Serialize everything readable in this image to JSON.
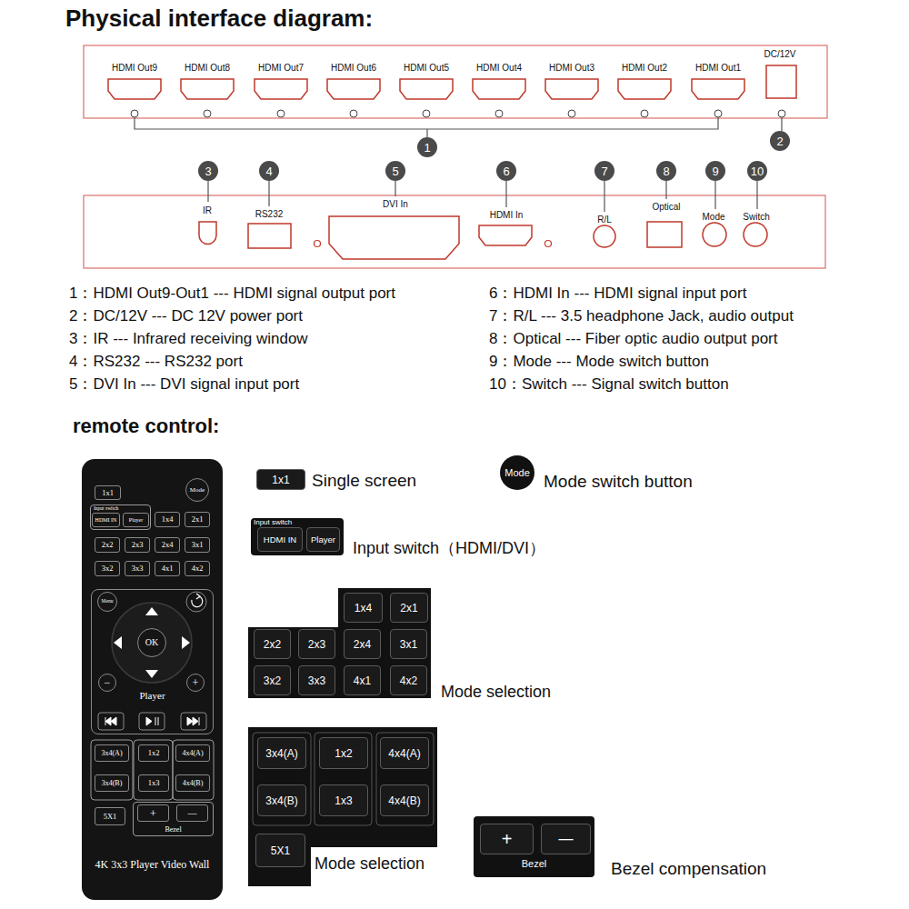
{
  "diagram": {
    "nodes": [
      {
        "text": [
          "1"
        ]
      },
      {
        "text": [
          "2"
        ]
      },
      {
        "text": [
          "3"
        ]
      },
      {
        "text": [
          "4"
        ]
      },
      {
        "text": [
          "5"
        ]
      },
      {
        "text": [
          "6"
        ]
      },
      {
        "text": [
          "7"
        ]
      },
      {
        "text": [
          "8"
        ]
      },
      {
        "text": [
          "9"
        ]
      },
      {
        "text": [
          "10"
        ]
      },
      {
        "text": [
          "4K 3x3 Player Video Wall"
        ]
      },
      {
        "text": [
          "1x1"
        ],
        "in": 10
      },
      {
        "text": [
          "Mode"
        ],
        "in": 10
      },
      {
        "text": [
          "Input switch"
        ],
        "in": 10
      },
      {
        "text": [
          "HDMI IN"
        ],
        "in": 13
      },
      {
        "text": [
          "Player"
        ],
        "in": 13
      },
      {
        "text": [
          "1x4"
        ],
        "in": 10
      },
      {
        "text": [
          "2x1"
        ],
        "in": 10
      },
      {
        "text": [
          "2x2"
        ],
        "in": 10
      },
      {
        "text": [
          "2x3"
        ],
        "in": 10
      },
      {
        "text": [
          "2x4"
        ],
        "in": 10
      },
      {
        "text": [
          "3x1"
        ],
        "in": 10
      },
      {
        "text": [
          "3x2"
        ],
        "in": 10
      },
      {
        "text": [
          "3x3"
        ],
        "in": 10
      },
      {
        "text": [
          "4x1"
        ],
        "in": 10
      },
      {
        "text": [
          "4x2"
        ],
        "in": 10
      },
      {
        "text": [
          "Player"
        ],
        "in": 10
      },
      {
        "text": [
          "Menu"
        ],
        "in": 26
      },
      {
        "text": [
          "OK"
        ],
        "in": 26
      },
      {
        "text": [
          "−"
        ],
        "in": 26
      },
      {
        "text": [
          "+"
        ],
        "in": 26
      },
      {
        "text": [
          "3x4(A)"
        ],
        "in": 10
      },
      {
        "text": [
          "3x4(B)"
        ],
        "in": 10
      },
      {
        "text": [
          "1x2"
        ],
        "in": 10
      },
      {
        "text": [
          "1x3"
        ],
        "in": 10
      },
      {
        "text": [
          "4x4(A)"
        ],
        "in": 10
      },
      {
        "text": [
          "4x4(B)"
        ],
        "in": 10
      },
      {
        "text": [
          "5X1"
        ],
        "in": 10
      },
      {
        "text": [
          "Bezel"
        ],
        "in": 10
      },
      {
        "text": [
          "+"
        ],
        "in": 38
      },
      {
        "text": [
          "—"
        ],
        "in": 38
      },
      {
        "text": [
          "1x1"
        ]
      },
      {
        "text": [
          "Mode"
        ]
      },
      {
        "text": [
          "Input switch"
        ]
      },
      {
        "text": [
          "HDMI IN"
        ],
        "in": 43
      },
      {
        "text": [
          "Player"
        ],
        "in": 43
      },
      {
        "text": [
          "1x4"
        ]
      },
      {
        "text": [
          "2x1"
        ]
      },
      {
        "text": [
          "2x2"
        ]
      },
      {
        "text": [
          "2x3"
        ]
      },
      {
        "text": [
          "2x4"
        ]
      },
      {
        "text": [
          "3x1"
        ]
      },
      {
        "text": [
          "3x2"
        ]
      },
      {
        "text": [
          "3x3"
        ]
      },
      {
        "text": [
          "4x1"
        ]
      },
      {
        "text": [
          "4x2"
        ]
      },
      {
        "text": [
          "3x4(A)"
        ]
      },
      {
        "text": [
          "1x2"
        ]
      },
      {
        "text": [
          "4x4(A)"
        ]
      },
      {
        "text": [
          "3x4(B)"
        ]
      },
      {
        "text": [
          "1x3"
        ]
      },
      {
        "text": [
          "4x4(B)"
        ]
      },
      {
        "text": [
          "5X1"
        ]
      },
      {
        "text": [
          "Bezel"
        ]
      },
      {
        "text": [
          "+"
        ],
        "in": 63
      },
      {
        "text": [
          "—"
        ],
        "in": 63
      }
    ],
    "labels": [
      "Physical interface diagram:",
      "HDMI Out9",
      "HDMI Out8",
      "HDMI Out7",
      "HDMI Out6",
      "HDMI Out5",
      "HDMI Out4",
      "HDMI Out3",
      "HDMI Out2",
      "HDMI Out1",
      "DC/12V",
      "IR",
      "RS232",
      "DVI In",
      "HDMI In",
      "R/L",
      "Optical",
      "Mode",
      "Switch",
      "1：HDMI Out9-Out1 --- HDMI signal output port",
      "2：DC/12V --- DC 12V power port",
      "3：IR --- Infrared receiving window",
      "4：RS232 --- RS232 port",
      "5：DVI In --- DVI signal input port",
      "6：HDMI In --- HDMI signal input port",
      "7：R/L --- 3.5 headphone Jack, audio output",
      "8：Optical --- Fiber optic audio output port",
      "9：Mode --- Mode switch button",
      "10：Switch --- Signal switch button",
      "remote control:",
      "Single screen",
      "Mode switch button",
      "Input switch（HDMI/DVI）",
      "Mode selection",
      "Mode selection",
      "Bezel compensation"
    ]
  }
}
